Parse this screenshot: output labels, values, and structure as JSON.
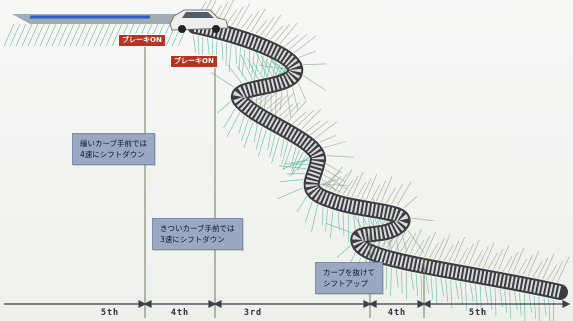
{
  "brake_labels": [
    "ブレーキON",
    "ブレーキON"
  ],
  "notes": [
    {
      "line1": "緩いカーブ手前では",
      "line2": "4速にシフトダウン"
    },
    {
      "line1": "きついカーブ手前では",
      "line2": "3速にシフトダウン"
    },
    {
      "line1": "カーブを抜けて",
      "line2": "シフトアップ"
    }
  ],
  "gears": [
    "5th",
    "4th",
    "3rd",
    "4th",
    "5th"
  ],
  "colors": {
    "road_dark": "#3a3c40",
    "road_light": "#d8dadc",
    "hatch_green": "#55b392",
    "guide_line": "#6e7a5a",
    "note_bg": "#9aa8c2",
    "brake_red": "#b8321f",
    "blue_arrow": "#2a5fc7"
  },
  "icons": [
    "car-icon",
    "arrow-right-icon",
    "arrow-left-right-icon"
  ]
}
